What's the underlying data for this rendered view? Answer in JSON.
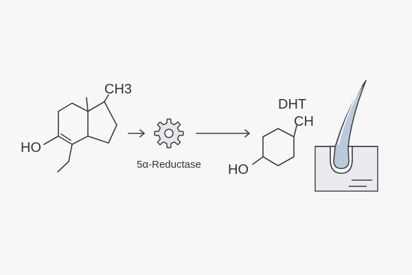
{
  "molecules": {
    "left": {
      "substituent_top": "CH3",
      "substituent_left": "HO"
    },
    "right": {
      "label": "DHT",
      "substituent_top": "CH",
      "substituent_left": "HO"
    }
  },
  "enzyme": {
    "label": "5α-Reductase",
    "icon": "gear-icon"
  },
  "follicle": {
    "icon": "hair-follicle-icon"
  },
  "colors": {
    "stroke": "#3a3a3a",
    "background": "#f7f7f8",
    "hair_blue": "#b9cadb",
    "skin_fill": "#e9ebee",
    "gear_fill": "#e4e6ea"
  }
}
